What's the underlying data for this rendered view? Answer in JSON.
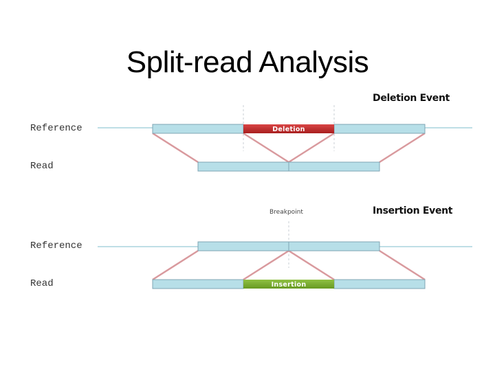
{
  "title": "Split-read Analysis",
  "colors": {
    "segment_fill": "#b7dfe8",
    "segment_border": "#7fa4b3",
    "backbone": "#a8d4de",
    "connector": "#d99a9e",
    "deletion": "#c22a2a",
    "insertion": "#7aaa2c",
    "guide": "#c8cfd4"
  },
  "deletion_event": {
    "title": "Deletion Event",
    "reference_label": "Reference",
    "read_label": "Read",
    "block_label": "Deletion"
  },
  "insertion_event": {
    "title": "Insertion Event",
    "breakpoint_label": "Breakpoint",
    "reference_label": "Reference",
    "read_label": "Read",
    "block_label": "Insertion"
  }
}
